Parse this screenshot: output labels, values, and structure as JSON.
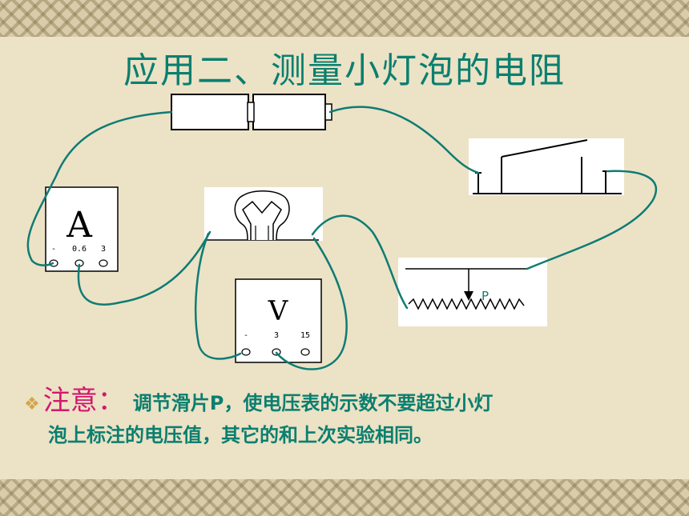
{
  "slide": {
    "title": "应用二、测量小灯泡的电阻"
  },
  "ammeter": {
    "symbol": "A",
    "terminals": [
      "-",
      "0.6",
      "3"
    ]
  },
  "voltmeter": {
    "symbol": "V",
    "terminals": [
      "-",
      "3",
      "15"
    ]
  },
  "rheostat": {
    "slider_label": "P"
  },
  "note": {
    "bullet": "❖",
    "lead": "注意：",
    "line1": "调节滑片P，使电压表的示数不要超过小灯",
    "line2": "泡上标注的电压值，其它的和上次实验相同。"
  },
  "colors": {
    "title": "#0a7f6f",
    "wire": "#0e7c73",
    "note_lead": "#d2186f",
    "background": "#ece2c6"
  }
}
